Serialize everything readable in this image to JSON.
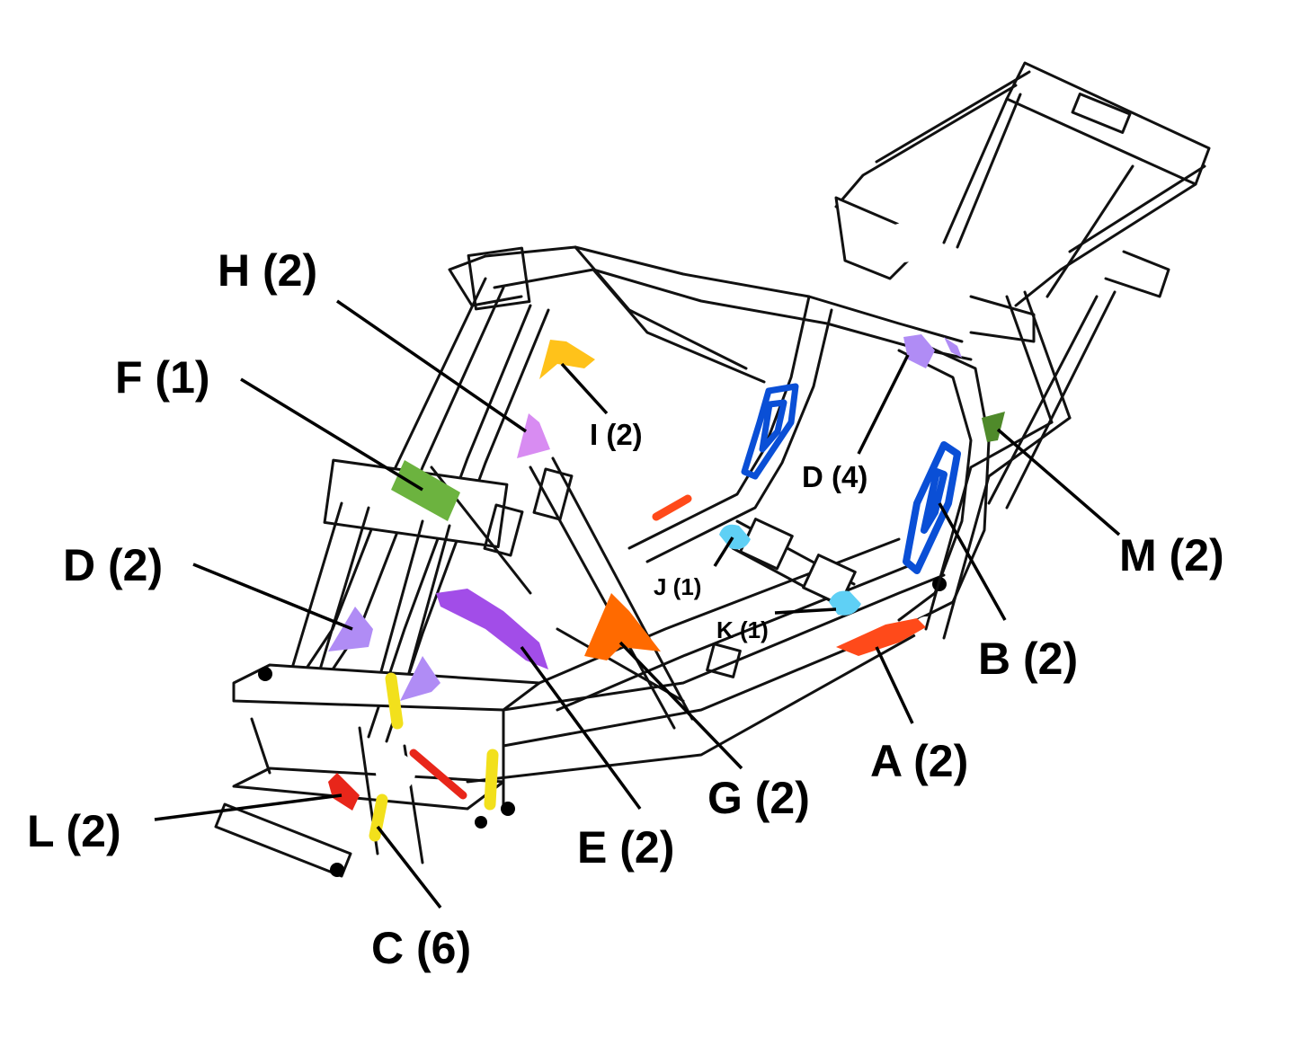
{
  "colors": {
    "A": "#ff4a1a",
    "B": "#0a4fd6",
    "C": "#f2e01c",
    "D": "#b08cf5",
    "E": "#a24de8",
    "F": "#6cb33f",
    "G": "#ff6a00",
    "H": "#d88cf2",
    "I": "#ffc21a",
    "J": "#5fd0f5",
    "K": "#5fd0f5",
    "L": "#e8261a",
    "M": "#4f8a2a",
    "line": "#111111"
  },
  "labels": {
    "A": "A (2)",
    "B": "B (2)",
    "C": "C (6)",
    "D_left": "D (2)",
    "D_right": "D (4)",
    "E": "E (2)",
    "F": "F (1)",
    "G": "G (2)",
    "H": "H (2)",
    "I": "I (2)",
    "J": "J (1)",
    "K": "K (1)",
    "L": "L (2)",
    "M": "M (2)"
  }
}
